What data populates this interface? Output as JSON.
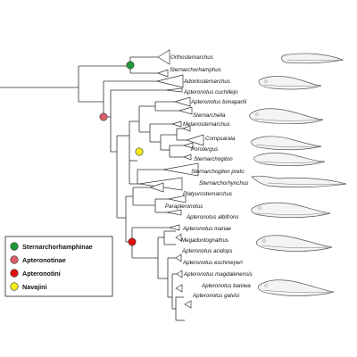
{
  "taxa": [
    "Orthosternarchus",
    "Sternarchorhamphus",
    "Adontosternarchus",
    "Apteronotus cuchillejo",
    "Apteronotus bonapartii",
    "Sternarchella",
    "Melanosternarchus",
    "Compsaraia",
    "Porotergus",
    "Sternarchogiton",
    "Sternarchogiton preto",
    "Sternarchorhynchus",
    "Platyurosternarchus",
    "Parapteronotus",
    "Apteronotus albifrons",
    "Apteronotus mariae",
    "Megadontognathus",
    "Apteronotus acidops",
    "Apteronotus eschmeyeri",
    "Apteronotus magdalenensis",
    "Apteronotus baniwa",
    "Apteronotus galvisi"
  ],
  "legend": {
    "items": [
      {
        "label": "Sternarchorhamphinae",
        "color": "#1f9a3a"
      },
      {
        "label": "Apteronotinae",
        "color": "#d9606a"
      },
      {
        "label": "Apteronotini",
        "color": "#e01010"
      },
      {
        "label": "Navajini",
        "color": "#f4ec1a"
      }
    ]
  },
  "nodes": [
    {
      "clade": "Sternarchorhamphinae",
      "color": "#1f9a3a"
    },
    {
      "clade": "Apteronotinae",
      "color": "#d9606a"
    },
    {
      "clade": "Navajini",
      "color": "#f4ec1a"
    },
    {
      "clade": "Apteronotini",
      "color": "#e01010"
    }
  ]
}
